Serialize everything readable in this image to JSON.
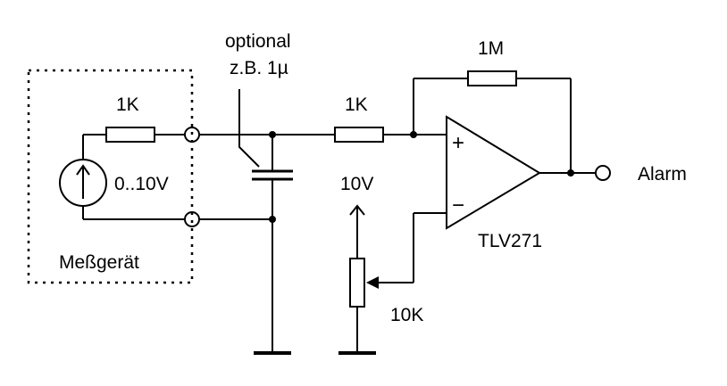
{
  "labels": {
    "r_meter": "1K",
    "src_range": "0..10V",
    "meter_name": "Meßgerät",
    "cap_note_1": "optional",
    "cap_note_2": "z.B. 1µ",
    "r_input": "1K",
    "r_feedback": "1M",
    "ref_voltage": "10V",
    "pot_value": "10K",
    "opamp_type": "TLV271",
    "output_label": "Alarm",
    "plus_sign": "+",
    "minus_sign": "−"
  }
}
